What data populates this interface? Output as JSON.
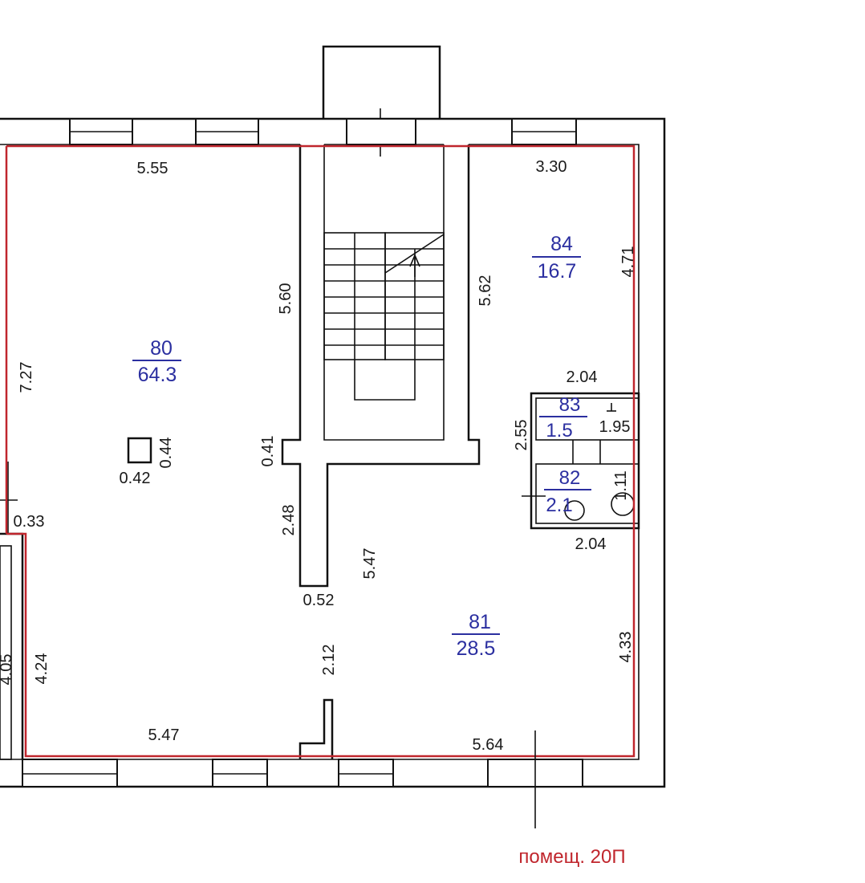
{
  "rooms": [
    {
      "number": "80",
      "area": "64.3"
    },
    {
      "number": "81",
      "area": "28.5"
    },
    {
      "number": "82",
      "area": "2.1"
    },
    {
      "number": "83",
      "area": "1.5"
    },
    {
      "number": "84",
      "area": "16.7"
    }
  ],
  "dimensions": {
    "top_left_width": "5.55",
    "top_right_width": "3.30",
    "stair_left_height": "5.60",
    "stair_right_height": "5.62",
    "room84_height": "4.71",
    "left_height": "7.27",
    "wc_top_width": "2.04",
    "wc_height": "2.55",
    "wc83_inner": "1.95",
    "wc82_inner": "1.11",
    "wc_bottom_width": "2.04",
    "column_height": "0.44",
    "column_width": "0.42",
    "wall_stub": "0.41",
    "partition_height": "2.48",
    "partition_width": "0.52",
    "center_height": "5.47",
    "door_gap": "2.12",
    "left_small": "0.33",
    "bottom_left_height": "4.24",
    "outside_left": "4.05",
    "bottom_left_width": "5.47",
    "bottom_right_width": "5.64",
    "right_lower_height": "4.33"
  },
  "premise_label": "помещ. 20П",
  "colors": {
    "boundary": "#c0262d",
    "room_label": "#2b2fa0",
    "walls": "#111111"
  }
}
